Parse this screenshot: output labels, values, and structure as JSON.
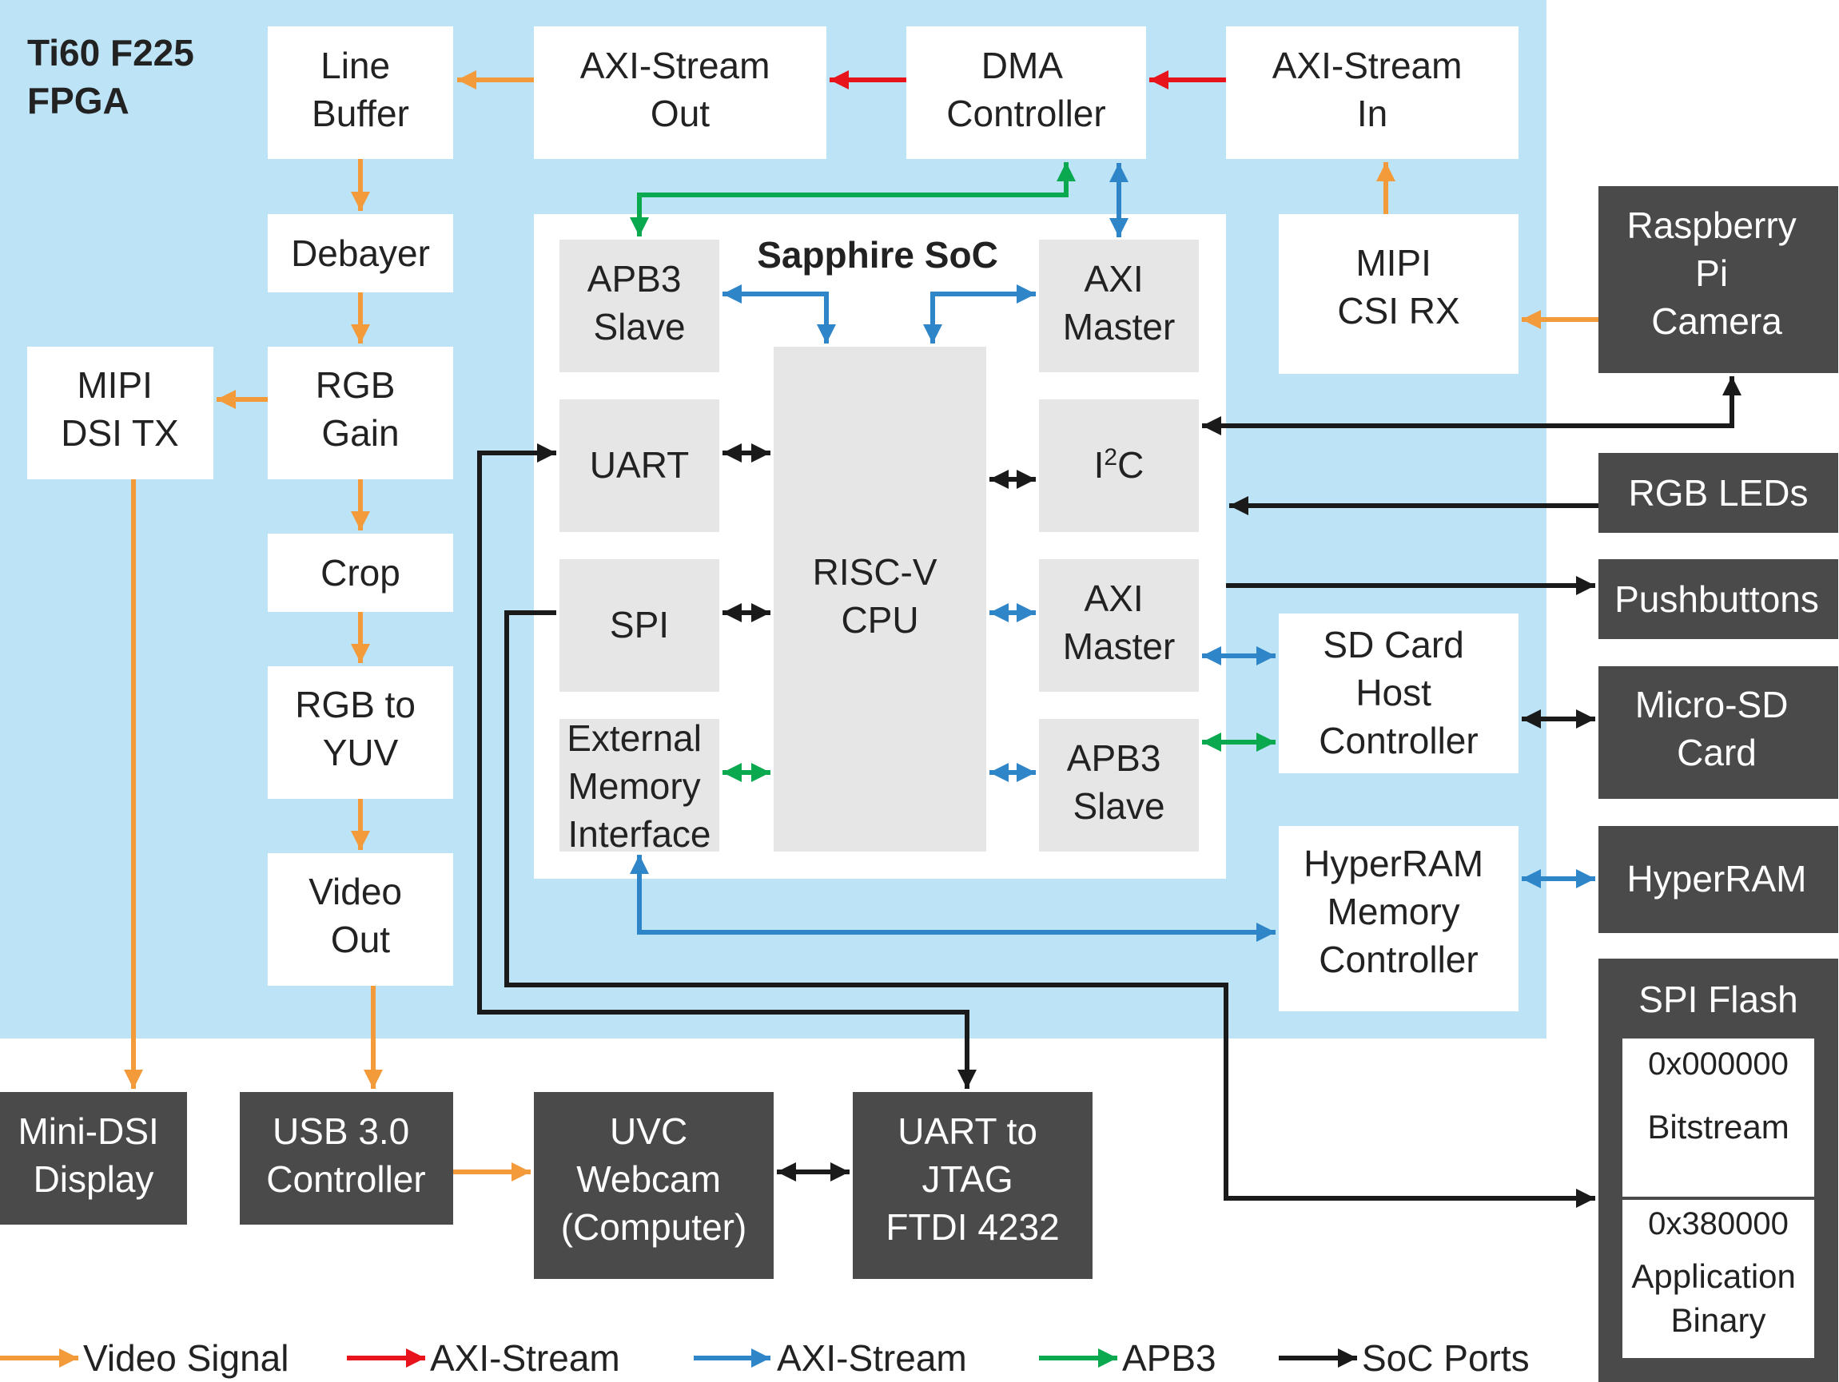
{
  "fpga_label": [
    "Ti60 F225",
    "FPGA"
  ],
  "soc_title": "Sapphire SoC",
  "blocks": {
    "line_buffer": [
      "Line",
      "Buffer"
    ],
    "axis_out": [
      "AXI-Stream",
      "Out"
    ],
    "dma": [
      "DMA",
      "Controller"
    ],
    "axis_in": [
      "AXI-Stream",
      "In"
    ],
    "debayer": [
      "Debayer"
    ],
    "rgb_gain": [
      "RGB",
      "Gain"
    ],
    "mipi_dsi_tx": [
      "MIPI",
      "DSI TX"
    ],
    "crop": [
      "Crop"
    ],
    "rgb_to_yuv": [
      "RGB to",
      "YUV"
    ],
    "video_out": [
      "Video",
      "Out"
    ],
    "mipi_csi_rx": [
      "MIPI",
      "CSI RX"
    ],
    "sd_host": [
      "SD Card",
      "Host",
      "Controller"
    ],
    "hyperram_ctrl": [
      "HyperRAM",
      "Memory",
      "Controller"
    ]
  },
  "soc_blocks": {
    "apb3_slave_top": [
      "APB3",
      "Slave"
    ],
    "axi_master_top": [
      "AXI",
      "Master"
    ],
    "uart": [
      "UART"
    ],
    "i2c": {
      "base": "I",
      "sup": "2",
      "tail": "C"
    },
    "spi": [
      "SPI"
    ],
    "axi_master_mid": [
      "AXI",
      "Master"
    ],
    "ext_mem": [
      "External",
      "Memory",
      "Interface"
    ],
    "apb3_slave_bot": [
      "APB3",
      "Slave"
    ],
    "cpu": [
      "RISC-V",
      "CPU"
    ]
  },
  "external": {
    "rpi_camera": [
      "Raspberry",
      "Pi",
      "Camera"
    ],
    "rgb_leds": [
      "RGB LEDs"
    ],
    "pushbuttons": [
      "Pushbuttons"
    ],
    "micro_sd": [
      "Micro-SD",
      "Card"
    ],
    "hyperram": [
      "HyperRAM"
    ],
    "spi_flash": {
      "title": "SPI Flash",
      "addr1": "0x000000",
      "label1": [
        "Bitstream"
      ],
      "addr2": "0x380000",
      "label2": [
        "Application",
        "Binary"
      ]
    },
    "mini_dsi": [
      "Mini-DSI",
      "Display"
    ],
    "usb3": [
      "USB 3.0",
      "Controller"
    ],
    "uvc": [
      "UVC",
      "Webcam",
      "(Computer)"
    ],
    "uart_jtag": [
      "UART to",
      "JTAG",
      "FTDI 4232"
    ]
  },
  "legend": [
    "Video Signal",
    "AXI-Stream",
    "AXI-Stream",
    "APB3",
    "SoC Ports"
  ],
  "colors": {
    "fpga_bg": "#bde3f7",
    "inner_box": "#ffffff",
    "soc_block": "#e6e6e6",
    "external": "#4a4a4a",
    "video": "#f39a3a",
    "axis_red": "#e8141b",
    "axis_blue": "#2e86c8",
    "apb3": "#0aa84f",
    "soc_ports": "#1a1a1a"
  }
}
